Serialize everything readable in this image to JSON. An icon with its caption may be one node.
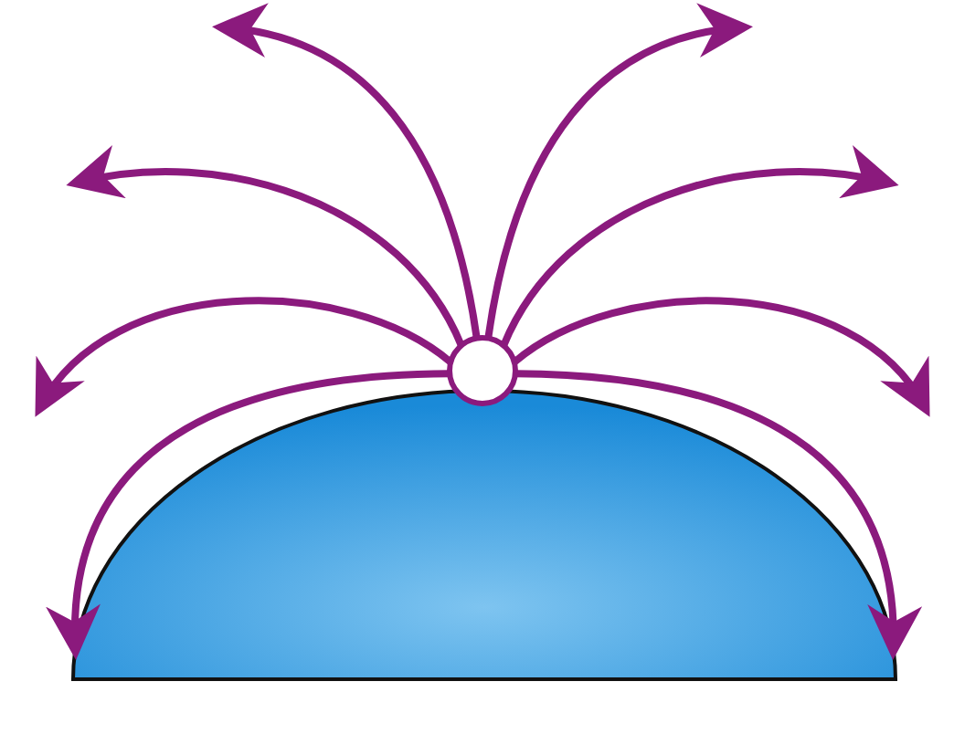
{
  "diagram": {
    "nodes": [
      {
        "text": [],
        "shape": "circle"
      },
      {
        "text": [],
        "shape": "dome"
      }
    ],
    "edges": [
      {
        "from": 0,
        "to": null,
        "arrow": "to"
      },
      {
        "from": 0,
        "to": null,
        "arrow": "to"
      },
      {
        "from": 0,
        "to": null,
        "arrow": "to"
      },
      {
        "from": 0,
        "to": null,
        "arrow": "to"
      },
      {
        "from": 0,
        "to": null,
        "arrow": "to"
      },
      {
        "from": 0,
        "to": null,
        "arrow": "to"
      },
      {
        "from": 0,
        "to": 1,
        "arrow": "to"
      },
      {
        "from": 0,
        "to": 1,
        "arrow": "to"
      }
    ]
  }
}
